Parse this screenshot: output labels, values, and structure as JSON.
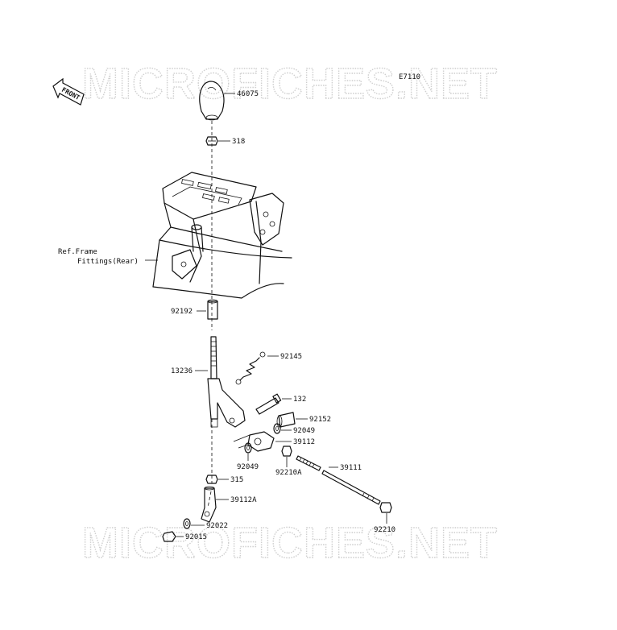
{
  "diagram": {
    "code": "E7110",
    "front_label": "FRONT",
    "watermark": "MICROFICHES.NET",
    "ref_frame_line1": "Ref.Frame",
    "ref_frame_line2": "Fittings(Rear)",
    "parts": [
      {
        "id": "46075"
      },
      {
        "id": "318"
      },
      {
        "id": "92192"
      },
      {
        "id": "13236"
      },
      {
        "id": "92145"
      },
      {
        "id": "132"
      },
      {
        "id": "92152"
      },
      {
        "id": "92049"
      },
      {
        "id": "39112"
      },
      {
        "id": "92049"
      },
      {
        "id": "92210A"
      },
      {
        "id": "39111"
      },
      {
        "id": "315"
      },
      {
        "id": "39112A"
      },
      {
        "id": "92022"
      },
      {
        "id": "92015"
      },
      {
        "id": "92210"
      }
    ]
  }
}
